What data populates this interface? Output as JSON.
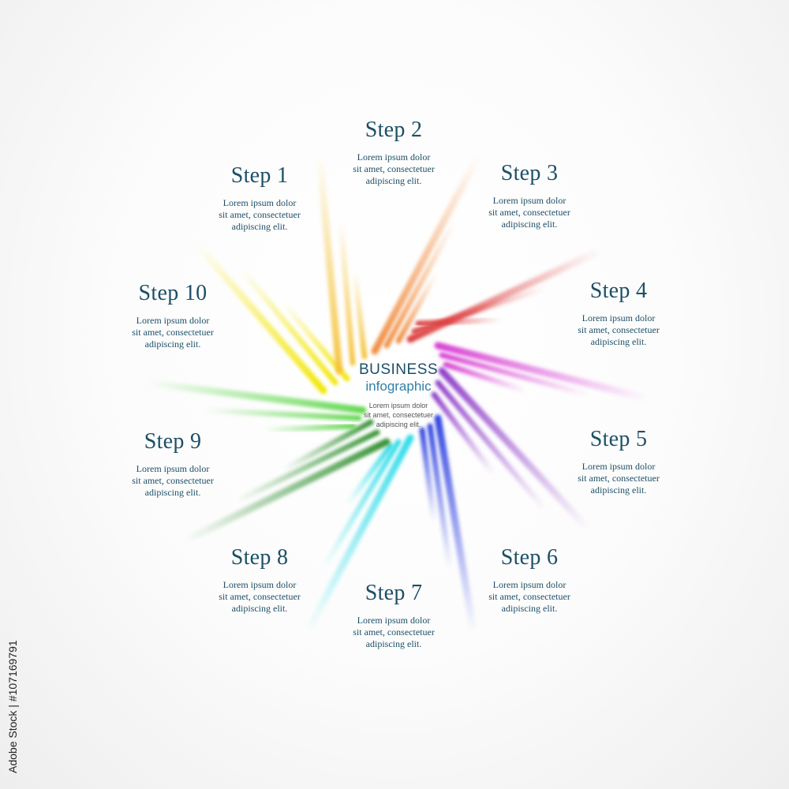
{
  "center": {
    "title": "BUSINESS",
    "subtitle": "infographic",
    "text": [
      "Lorem ipsum dolor",
      "sit amet, consectetuer",
      "adipiscing elit."
    ]
  },
  "steps": [
    {
      "title": "Step 1",
      "lines": [
        "Lorem ipsum dolor",
        "sit amet, consectetuer",
        "adipiscing elit."
      ],
      "color": "#f2e600"
    },
    {
      "title": "Step 2",
      "lines": [
        "Lorem ipsum dolor",
        "sit amet, consectetuer",
        "adipiscing elit."
      ],
      "color": "#f5c23a"
    },
    {
      "title": "Step 3",
      "lines": [
        "Lorem ipsum dolor",
        "sit amet, consectetuer",
        "adipiscing elit."
      ],
      "color": "#f08a3c"
    },
    {
      "title": "Step 4",
      "lines": [
        "Lorem ipsum dolor",
        "sit amet, consectetuer",
        "adipiscing elit."
      ],
      "color": "#dc3d3d"
    },
    {
      "title": "Step 5",
      "lines": [
        "Lorem ipsum dolor",
        "sit amet, consectetuer",
        "adipiscing elit."
      ],
      "color": "#d63ad2"
    },
    {
      "title": "Step 6",
      "lines": [
        "Lorem ipsum dolor",
        "sit amet, consectetuer",
        "adipiscing elit."
      ],
      "color": "#8b38c7"
    },
    {
      "title": "Step 7",
      "lines": [
        "Lorem ipsum dolor",
        "sit amet, consectetuer",
        "adipiscing elit."
      ],
      "color": "#2b3fe0"
    },
    {
      "title": "Step 8",
      "lines": [
        "Lorem ipsum dolor",
        "sit amet, consectetuer",
        "adipiscing elit."
      ],
      "color": "#2adbe8"
    },
    {
      "title": "Step 9",
      "lines": [
        "Lorem ipsum dolor",
        "sit amet, consectetuer",
        "adipiscing elit."
      ],
      "color": "#2e8f2e"
    },
    {
      "title": "Step 10",
      "lines": [
        "Lorem ipsum dolor",
        "sit amet, consectetuer",
        "adipiscing elit."
      ],
      "color": "#5ed64a"
    }
  ],
  "watermark": "Adobe Stock | #107169791"
}
